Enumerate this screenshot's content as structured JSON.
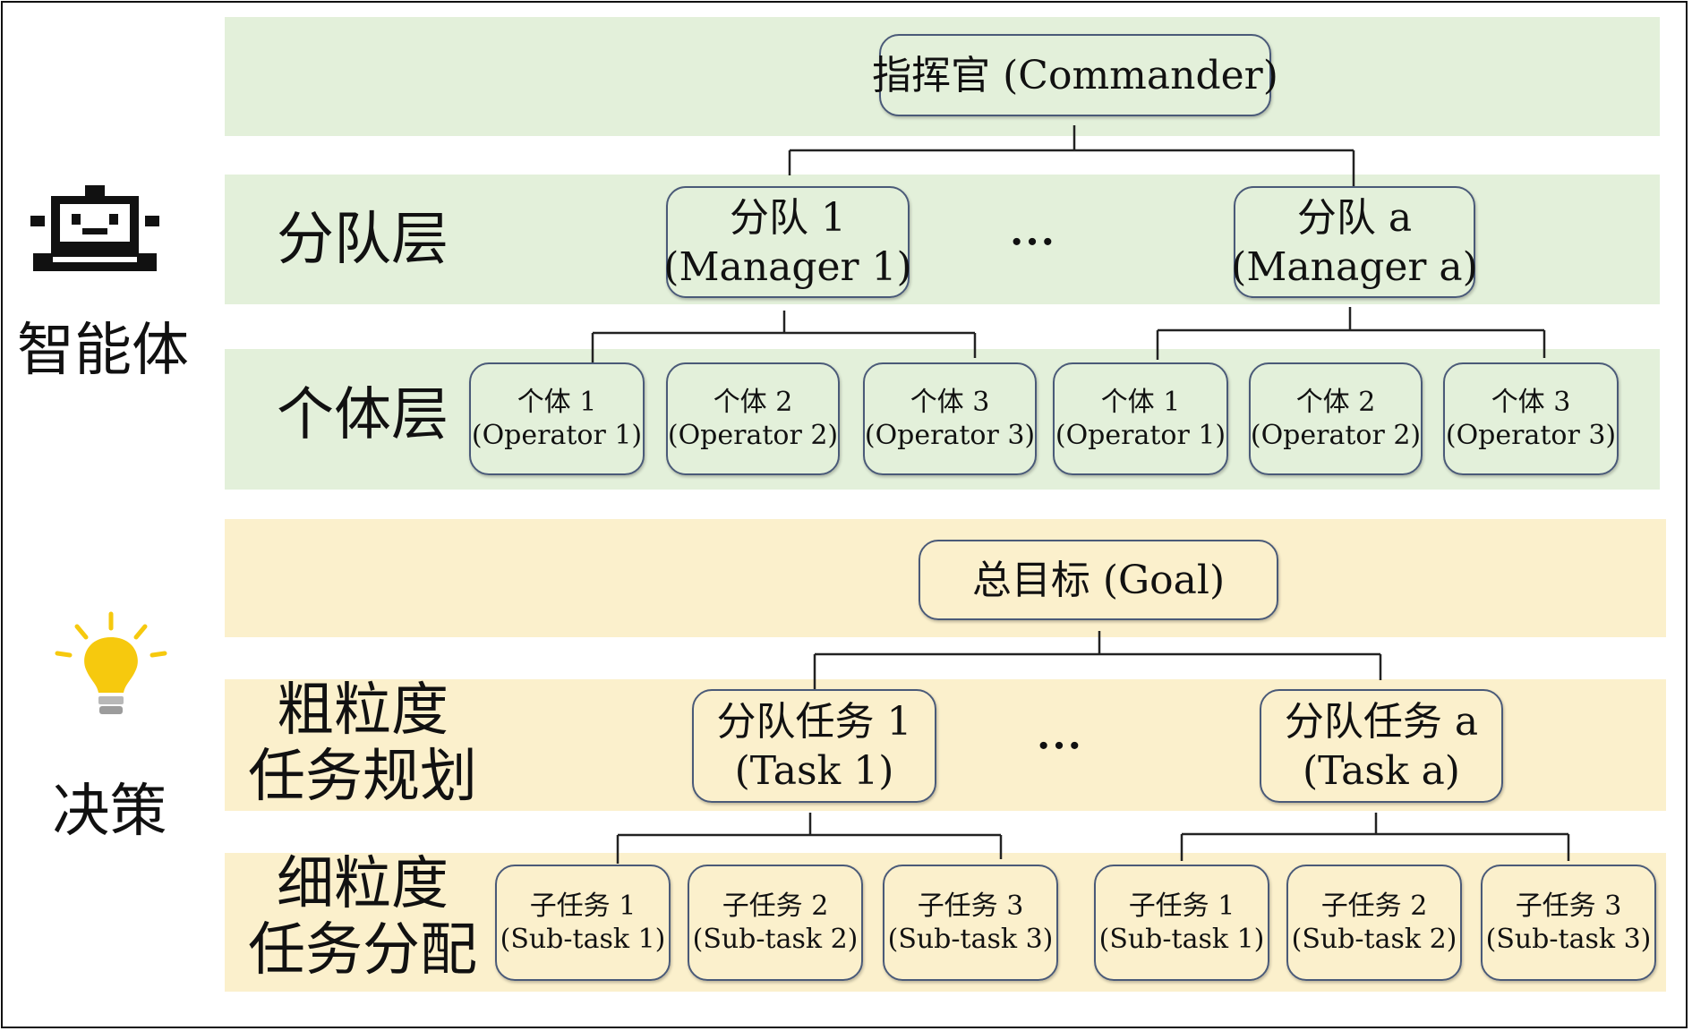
{
  "side_labels": {
    "agent": "智能体",
    "decision": "决策"
  },
  "icons": {
    "robot": "robot-icon",
    "bulb": "lightbulb-icon"
  },
  "colors": {
    "agent_band": "#e3f0da",
    "decision_band": "#fbf0cc",
    "node_border": "#4a5a78",
    "bulb": "#f6c90e"
  },
  "agent_hierarchy": {
    "commander": {
      "line1": "指挥官 (Commander)"
    },
    "squad_layer_label": "分队层",
    "individual_layer_label": "个体层",
    "managers": [
      {
        "line1": "分队 1",
        "line2": "(Manager 1)"
      },
      {
        "line1": "分队 a",
        "line2": "(Manager a)"
      }
    ],
    "ellipsis": "···",
    "operators": [
      {
        "line1": "个体 1",
        "line2": "(Operator 1)"
      },
      {
        "line1": "个体 2",
        "line2": "(Operator 2)"
      },
      {
        "line1": "个体 3",
        "line2": "(Operator 3)"
      },
      {
        "line1": "个体 1",
        "line2": "(Operator 1)"
      },
      {
        "line1": "个体 2",
        "line2": "(Operator 2)"
      },
      {
        "line1": "个体 3",
        "line2": "(Operator 3)"
      }
    ]
  },
  "decision_hierarchy": {
    "goal": {
      "line1": "总目标 (Goal)"
    },
    "coarse_label_line1": "粗粒度",
    "coarse_label_line2": "任务规划",
    "fine_label_line1": "细粒度",
    "fine_label_line2": "任务分配",
    "tasks": [
      {
        "line1": "分队任务 1",
        "line2": "(Task 1)"
      },
      {
        "line1": "分队任务 a",
        "line2": "(Task a)"
      }
    ],
    "ellipsis": "···",
    "subtasks": [
      {
        "line1": "子任务 1",
        "line2": "(Sub-task 1)"
      },
      {
        "line1": "子任务 2",
        "line2": "(Sub-task 2)"
      },
      {
        "line1": "子任务 3",
        "line2": "(Sub-task 3)"
      },
      {
        "line1": "子任务 1",
        "line2": "(Sub-task 1)"
      },
      {
        "line1": "子任务 2",
        "line2": "(Sub-task 2)"
      },
      {
        "line1": "子任务 3",
        "line2": "(Sub-task 3)"
      }
    ]
  }
}
